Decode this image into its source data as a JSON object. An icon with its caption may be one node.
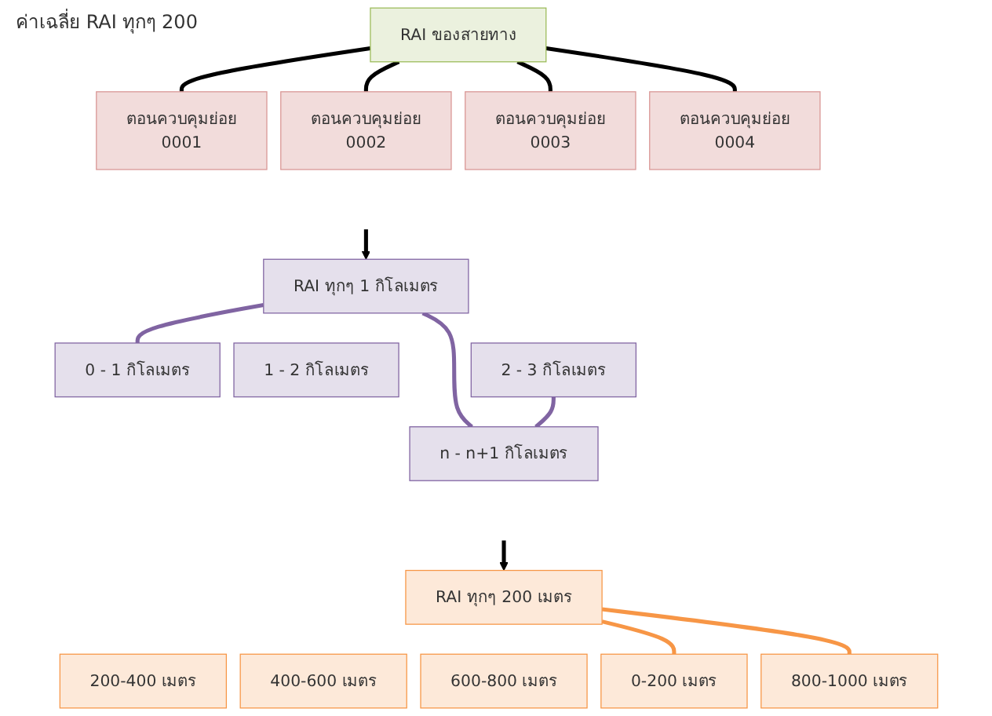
{
  "diagram": {
    "nodes": [
      {
        "text": [
          "RAI ของสายทาง"
        ]
      },
      {
        "text": [
          "ตอนควบคุมย่อย",
          "0001"
        ]
      },
      {
        "text": [
          "ตอนควบคุมย่อย",
          "0002"
        ]
      },
      {
        "text": [
          "ตอนควบคุมย่อย",
          "0003"
        ]
      },
      {
        "text": [
          "ตอนควบคุมย่อย",
          "0004"
        ]
      },
      {
        "text": [
          "RAI ทุกๆ 1 กิโลเมตร"
        ]
      },
      {
        "text": [
          "0 - 1 กิโลเมตร"
        ]
      },
      {
        "text": [
          "1 - 2 กิโลเมตร"
        ]
      },
      {
        "text": [
          "2 - 3 กิโลเมตร"
        ]
      },
      {
        "text": [
          "n - n+1 กิโลเมตร"
        ]
      },
      {
        "text": [
          "RAI ทุกๆ 200 เมตร"
        ]
      },
      {
        "text": [
          "0-200 เมตร"
        ]
      },
      {
        "text": [
          "200-400 เมตร"
        ]
      },
      {
        "text": [
          "400-600 เมตร"
        ]
      },
      {
        "text": [
          "600-800 เมตร"
        ]
      },
      {
        "text": [
          "800-1000 เมตร"
        ]
      }
    ],
    "edges": [
      {
        "from": 0,
        "to": 1,
        "arrow": "none"
      },
      {
        "from": 0,
        "to": 2,
        "arrow": "none"
      },
      {
        "from": 0,
        "to": 3,
        "arrow": "none"
      },
      {
        "from": 0,
        "to": 4,
        "arrow": "none"
      },
      {
        "from": null,
        "to": 5,
        "arrow": "to"
      },
      {
        "from": 5,
        "to": 6,
        "arrow": "none",
        "color": "#8064a2"
      },
      {
        "from": 5,
        "to": 9,
        "arrow": "none",
        "color": "#8064a2"
      },
      {
        "from": 8,
        "to": 9,
        "arrow": "none",
        "color": "#8064a2"
      },
      {
        "from": null,
        "to": 10,
        "arrow": "to"
      },
      {
        "from": 10,
        "to": 11,
        "arrow": "none",
        "color": "#f79646"
      },
      {
        "from": 10,
        "to": 15,
        "arrow": "none",
        "color": "#f79646"
      }
    ],
    "labels": [
      "ค่าเฉลี่ย RAI ทุกๆ 200"
    ]
  }
}
